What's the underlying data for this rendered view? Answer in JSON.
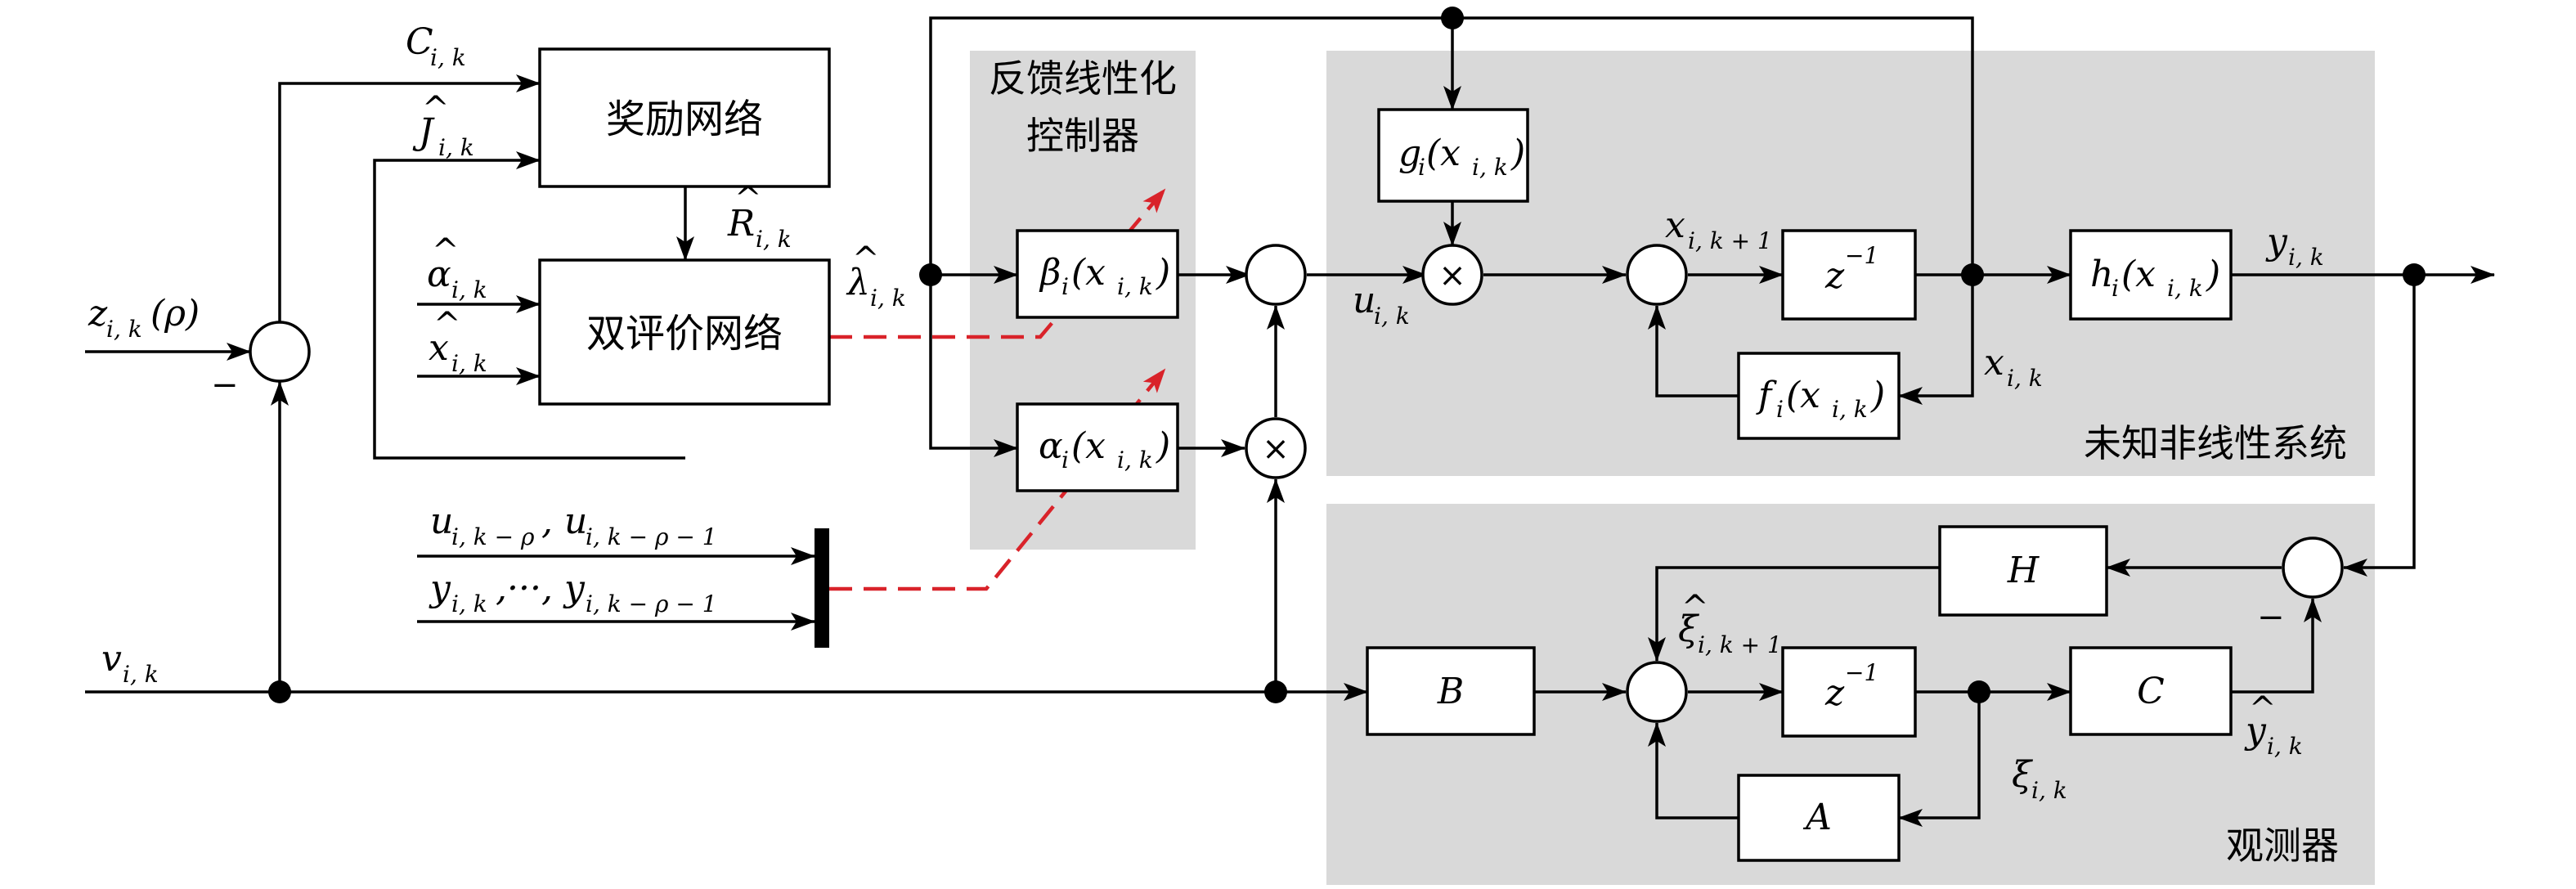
{
  "blocks": {
    "reward_network": "奖励网络",
    "dual_critic_network": "双评价网络",
    "feedback_controller_line1": "反馈线性化",
    "feedback_controller_line2": "控制器",
    "unknown_system": "未知非线性系统",
    "observer": "观测器",
    "beta": "β",
    "alpha": "α",
    "g": "g",
    "h": "h",
    "f": "f",
    "z_inv": "z",
    "z_exp": "−1",
    "H": "H",
    "B": "B",
    "C": "C",
    "A": "A",
    "block_arg_open": "(x",
    "block_arg_sub": "i, k",
    "block_arg_close": ")",
    "block_fn_sub": "i"
  },
  "signals": {
    "C_ik": "C",
    "C_ik_sub": "i, k",
    "J_hat": "J",
    "J_hat_sub": "i, k",
    "R_hat": "R",
    "R_hat_sub": "i, k",
    "alpha_hat": "α",
    "alpha_hat_sub": "i, k",
    "x_hat": "x",
    "x_hat_sub": "i, k",
    "lambda_hat": "λ",
    "lambda_hat_sub": "i, k",
    "z_ik": "z",
    "z_ik_sub": "i, k",
    "z_ik_rho": "(ρ)",
    "v_ik": "v",
    "v_ik_sub": "i, k",
    "u_ik": "u",
    "u_ik_sub": "i, k",
    "x_next": "x",
    "x_next_sub": "i, k + 1",
    "x_ik": "x",
    "x_ik_sub": "i, k",
    "y_ik": "y",
    "y_ik_sub": "i, k",
    "xi_next": "ξ",
    "xi_next_sub": "i, k + 1",
    "xi_ik": "ξ",
    "xi_ik_sub": "i, k",
    "y_hat": "y",
    "y_hat_sub": "i, k",
    "u_hist_a": "u",
    "u_hist_a_sub": "i, k − ρ",
    "u_hist_sep": ",",
    "u_hist_b": "u",
    "u_hist_b_sub": "i, k − ρ − 1",
    "y_hist_a": "y",
    "y_hist_a_sub": "i, k",
    "y_hist_dots": ",···,",
    "y_hist_b": "y",
    "y_hist_b_sub": "i, k − ρ − 1",
    "hat_mark": "^",
    "minus": "−",
    "times": "×"
  },
  "colors": {
    "region": "#d9d9d9",
    "dashed_signal": "#d9232a"
  }
}
